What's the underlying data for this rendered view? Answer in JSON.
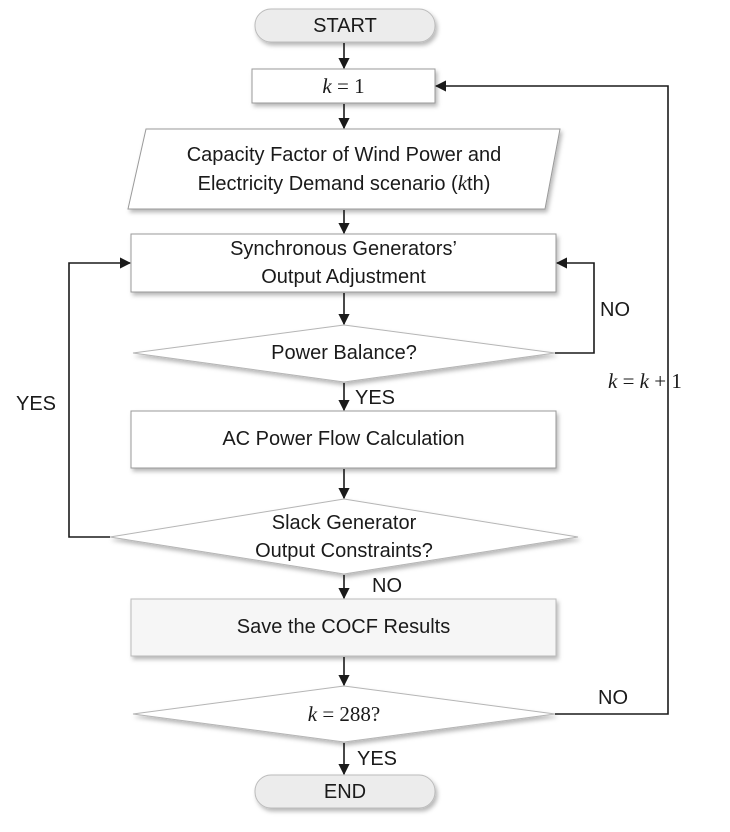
{
  "flowchart": {
    "start": "START",
    "init": {
      "var": "k",
      "eq": "=",
      "val": "1"
    },
    "scenario": {
      "line1": "Capacity Factor of Wind Power and",
      "line2_pre": "Electricity Demand scenario (",
      "line2_var": "k",
      "line2_post": "th)"
    },
    "sync_adjust": {
      "line1": "Synchronous Generators’",
      "line2": "Output Adjustment"
    },
    "power_balance": "Power Balance?",
    "ac_power_flow": "AC Power Flow Calculation",
    "slack_check": {
      "line1": "Slack Generator",
      "line2": "Output Constraints?"
    },
    "save_results": "Save the COCF Results",
    "k_check": {
      "var": "k",
      "eq": "=",
      "val": "288",
      "q": "?"
    },
    "end": "END",
    "edge_labels": {
      "balance_no": "NO",
      "balance_yes": "YES",
      "slack_yes": "YES",
      "slack_no": "NO",
      "k_no": "NO",
      "k_yes": "YES",
      "increment": {
        "var1": "k",
        "eq": "=",
        "var2": "k",
        "plus": "+",
        "one": "1"
      }
    }
  }
}
